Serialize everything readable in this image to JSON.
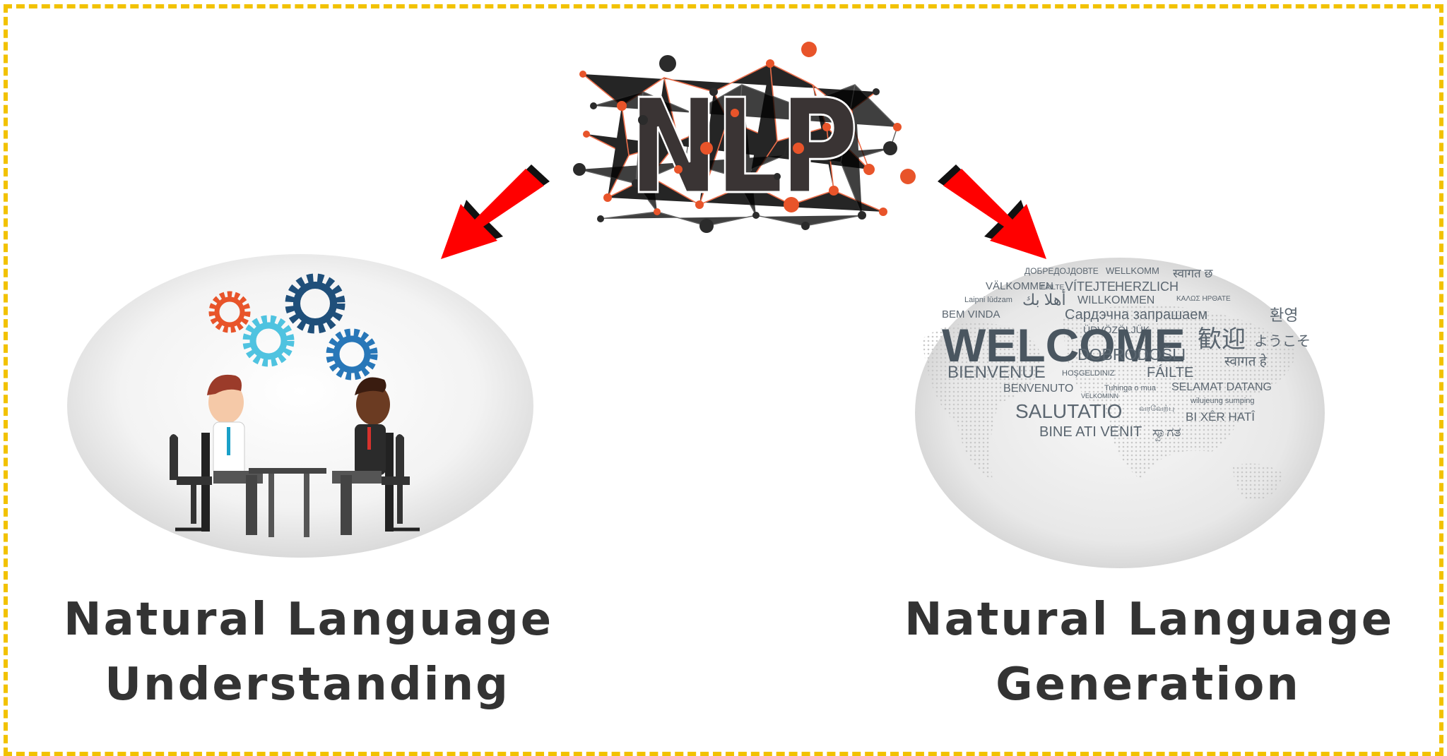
{
  "center": {
    "acronym": "NLP"
  },
  "left": {
    "caption_line1": "Natural Language",
    "caption_line2": "Understanding"
  },
  "right": {
    "caption_line1": "Natural Language",
    "caption_line2": "Generation"
  },
  "word_cloud": {
    "words": {
      "welcome": "WELCOME",
      "bienvenue": "BIENVENUE",
      "salutatio": "SALUTATIO",
      "bine_ati_venit": "BINE ATI VENIT",
      "dobrodosli": "DOBRODOŠLI",
      "fáilte": "FÁILTE",
      "selamat_datang": "SELAMAT DATANG",
      "bi_xer_hati": "BI XÊR HATÎ",
      "benvenuto": "BENVENUTO",
      "hosgeldiniz": "HOŞGELDINIZ",
      "bem_vinda": "BEM VINDA",
      "valkommen": "VÄLKOMMEN",
      "vitejte": "VÍTEJTE",
      "herzlich": "HERZLICH",
      "willkommen": "WILLKOMMEN",
      "wellkomm": "WELLKOMM",
      "dobredojdovte": "ДОБРЕДОЈДОВТЕ",
      "sardechna": "Сардэчна запрашаем",
      "udvozoljuk": "ÜDVÖZÖLJÜK",
      "kanji": "歓迎",
      "youkoso": "ようこそ",
      "hangul": "환영",
      "hindi1": "स्वागत छ",
      "hindi2": "स्वागत हे",
      "arabic": "أهلا بك",
      "laipni": "Laipni lūdzam",
      "failte_small": "FÁILTE",
      "kalos": "ΚΑΛΩΣ ΗΡΘΑΤΕ",
      "tuhinga": "Tuhinga o mua",
      "wilujeung": "wilujeung sumping",
      "velkominn": "VELKOMINN",
      "kannada": "ಸ್ವಾಗತ",
      "tamil": "வரவேற்பு"
    }
  },
  "colors": {
    "border": "#f2c200",
    "arrow": "#ff0000",
    "arrow_shadow": "#111111",
    "text": "#333333",
    "node_orange": "#e8542a",
    "node_dark": "#2b2b2b"
  }
}
